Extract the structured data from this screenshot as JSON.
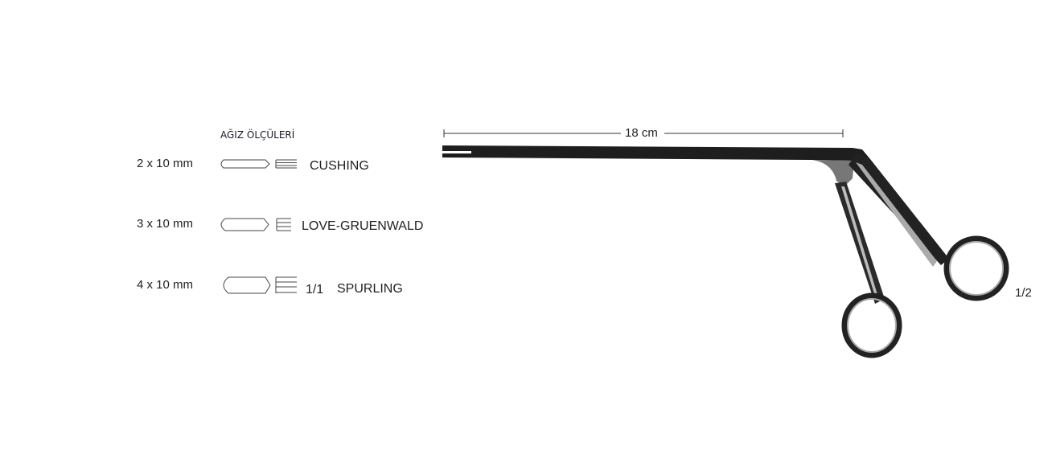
{
  "jaw_sizes": {
    "title": "AĞIZ ÖLÇÜLERİ",
    "rows": [
      {
        "size": "2 x 10 mm",
        "name": "CUSHING"
      },
      {
        "size": "3 x 10 mm",
        "name": "LOVE-GRUENWALD"
      },
      {
        "size": "4 x 10 mm",
        "scale": "1/1",
        "name": "SPURLING"
      }
    ]
  },
  "instrument": {
    "length_label": "18 cm",
    "scale": "1/2"
  }
}
